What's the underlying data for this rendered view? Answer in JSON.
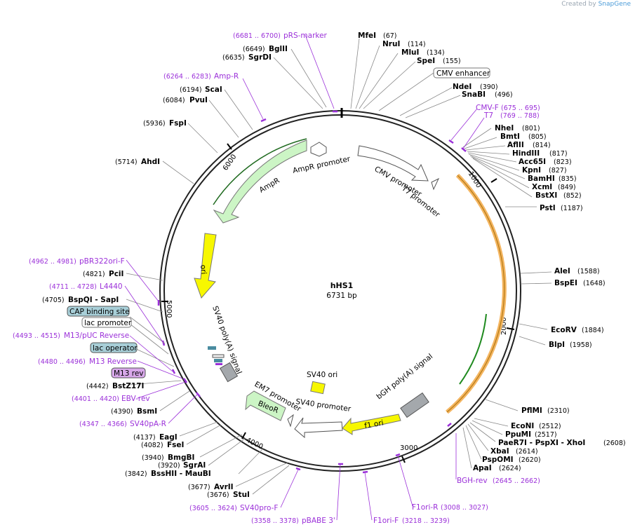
{
  "branding": {
    "prefix": "Created by",
    "brand": "SnapGene"
  },
  "plasmid": {
    "name": "hHS1",
    "length_label": "6731 bp",
    "length": 6731
  },
  "ticks": [
    "1000",
    "2000",
    "3000",
    "4000",
    "5000",
    "6000"
  ],
  "enzymes_right": [
    {
      "name": "MfeI",
      "pos": "(67)"
    },
    {
      "name": "NruI",
      "pos": "(114)"
    },
    {
      "name": "MluI",
      "pos": "(134)"
    },
    {
      "name": "SpeI",
      "pos": "(155)"
    },
    {
      "name": "NdeI",
      "pos": "(390)"
    },
    {
      "name": "SnaBI",
      "pos": "(496)"
    },
    {
      "name": "NheI",
      "pos": "(801)"
    },
    {
      "name": "BmtI",
      "pos": "(805)"
    },
    {
      "name": "AflII",
      "pos": "(814)"
    },
    {
      "name": "HindIII",
      "pos": "(817)"
    },
    {
      "name": "Acc65I",
      "pos": "(823)"
    },
    {
      "name": "KpnI",
      "pos": "(827)"
    },
    {
      "name": "BamHI",
      "pos": "(835)"
    },
    {
      "name": "XcmI",
      "pos": "(849)"
    },
    {
      "name": "BstXI",
      "pos": "(852)"
    },
    {
      "name": "PstI",
      "pos": "(1187)"
    },
    {
      "name": "AleI",
      "pos": "(1588)"
    },
    {
      "name": "BspEI",
      "pos": "(1648)"
    },
    {
      "name": "EcoRV",
      "pos": "(1884)"
    },
    {
      "name": "BlpI",
      "pos": "(1958)"
    },
    {
      "name": "PflMI",
      "pos": "(2310)"
    },
    {
      "name": "EcoNI",
      "pos": "(2512)"
    },
    {
      "name": "PpuMI",
      "pos": "(2517)"
    },
    {
      "name": "PaeR7I - PspXI - XhoI",
      "pos": "(2608)"
    },
    {
      "name": "XbaI",
      "pos": "(2614)"
    },
    {
      "name": "PspOMI",
      "pos": "(2620)"
    },
    {
      "name": "ApaI",
      "pos": "(2624)"
    }
  ],
  "enzymes_left": [
    {
      "name": "BglII",
      "pos": "(6649)"
    },
    {
      "name": "SgrDI",
      "pos": "(6635)"
    },
    {
      "name": "ScaI",
      "pos": "(6194)"
    },
    {
      "name": "PvuI",
      "pos": "(6084)"
    },
    {
      "name": "FspI",
      "pos": "(5936)"
    },
    {
      "name": "AhdI",
      "pos": "(5714)"
    },
    {
      "name": "PciI",
      "pos": "(4821)"
    },
    {
      "name": "BspQI - SapI",
      "pos": "(4705)"
    },
    {
      "name": "BstZ17I",
      "pos": "(4442)"
    },
    {
      "name": "BsmI",
      "pos": "(4390)"
    },
    {
      "name": "EagI",
      "pos": "(4137)"
    },
    {
      "name": "FseI",
      "pos": "(4082)"
    },
    {
      "name": "BmgBI",
      "pos": "(3940)"
    },
    {
      "name": "SgrAI",
      "pos": "(3920)"
    },
    {
      "name": "BssHII - MauBI",
      "pos": "(3842)"
    },
    {
      "name": "AvrII",
      "pos": "(3677)"
    },
    {
      "name": "StuI",
      "pos": "(3676)"
    }
  ],
  "primers": [
    {
      "name": "pRS-marker",
      "range": "(6681 .. 6700)"
    },
    {
      "name": "Amp-R",
      "range": "(6264 .. 6283)"
    },
    {
      "name": "CMV-F",
      "range": "(675 .. 695)"
    },
    {
      "name": "T7",
      "range": "(769 .. 788)"
    },
    {
      "name": "pBR322ori-F",
      "range": "(4962 .. 4981)"
    },
    {
      "name": "L4440",
      "range": "(4711 .. 4728)"
    },
    {
      "name": "M13/pUC Reverse",
      "range": "(4493 .. 4515)"
    },
    {
      "name": "M13 Reverse",
      "range": "(4480 .. 4496)"
    },
    {
      "name": "EBV-rev",
      "range": "(4401 .. 4420)"
    },
    {
      "name": "SV40pA-R",
      "range": "(4347 .. 4366)"
    },
    {
      "name": "SV40pro-F",
      "range": "(3605 .. 3624)"
    },
    {
      "name": "pBABE 3'",
      "range": "(3358 .. 3378)"
    },
    {
      "name": "F1ori-F",
      "range": "(3218 .. 3239)"
    },
    {
      "name": "F1ori-R",
      "range": "(3008 .. 3027)"
    },
    {
      "name": "BGH-rev",
      "range": "(2645 .. 2662)"
    }
  ],
  "boxed_labels": [
    "CMV enhancer",
    "CAP binding site",
    "lac promoter",
    "lac operator",
    "M13 rev"
  ],
  "features": {
    "ampr_promoter": "AmpR promoter",
    "ampr": "AmpR",
    "cmv_promoter": "CMV promoter",
    "t7_promoter": "T7 promoter",
    "ori": "ori",
    "sv40_polya": "SV40 poly(A) signal",
    "sv40_ori": "SV40 ori",
    "em7_promoter": "EM7 promoter",
    "bleor": "BleoR",
    "sv40_promoter": "SV40 promoter",
    "bgh_polya": "bGH poly(A) signal",
    "f1_ori": "f1 ori"
  },
  "colors": {
    "ring": "#222222",
    "ampr": "#ccf5c5",
    "ori": "#f7f700",
    "primer": "#9b30d9",
    "orange": "#f4b560",
    "cap": "#a8cfd8",
    "m13rev": "#d8a8ea",
    "grey": "#a4a8ac",
    "bleor": "#ccf5c5"
  }
}
